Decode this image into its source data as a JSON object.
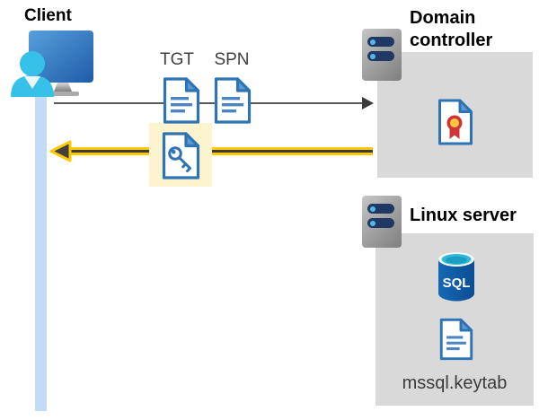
{
  "client": {
    "label": "Client"
  },
  "tickets": {
    "tgt_label": "TGT",
    "spn_label": "SPN"
  },
  "domain_controller": {
    "label": "Domain controller"
  },
  "linux_server": {
    "label": "Linux server",
    "sql_badge": "SQL",
    "keytab_label": "mssql.keytab"
  },
  "icons": [
    "client-user-monitor-icon",
    "server-icon",
    "document-icon",
    "key-document-icon",
    "certificate-icon",
    "sql-database-icon"
  ],
  "colors": {
    "accent_yellow": "#FFC800",
    "highlight_yellow": "#FCF4CE",
    "panel_gray": "#D9D9D9",
    "line_blue": "#C3DCF5",
    "doc_blue": "#2E74B5",
    "doc_fold_blue": "#5B9BD5",
    "doc_line_blue": "#4A84C4",
    "person_cyan": "#35C1E8",
    "navy": "#203864",
    "dot_cyan": "#53B9E9",
    "cert_red": "#D13438",
    "cert_gold": "#FFC83D",
    "sql_blue": "#0F5CA8",
    "sql_top_cyan": "#2FB8DA"
  }
}
